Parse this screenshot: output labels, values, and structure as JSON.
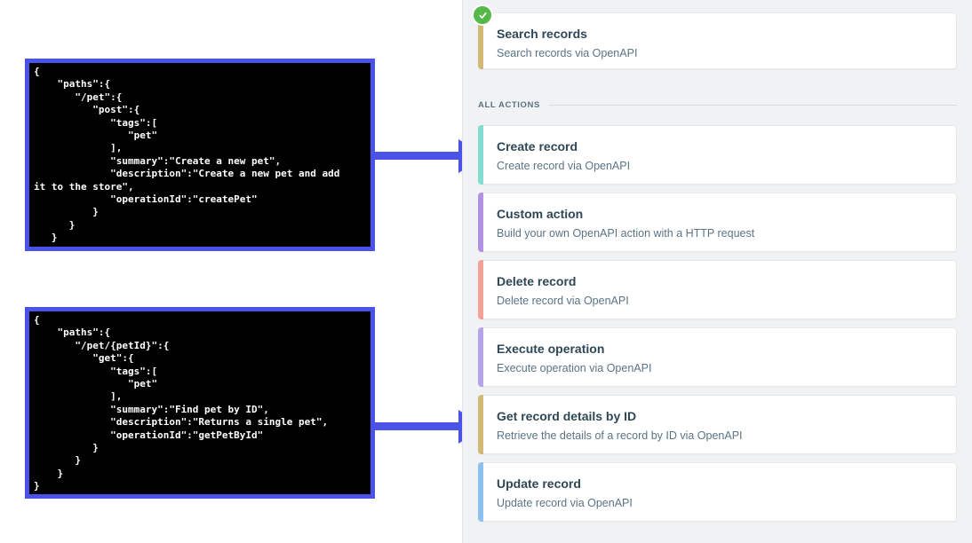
{
  "colors": {
    "arrow": "#4a52e8",
    "code_background": "#000000",
    "code_text": "#ffffff",
    "panel_background": "#f1f2f4",
    "check_green": "#54b948"
  },
  "code_blocks": [
    {
      "id": "create-pet-openapi-snippet",
      "code": "{\n    \"paths\":{\n       \"/pet\":{\n          \"post\":{\n             \"tags\":[\n                \"pet\"\n             ],\n             \"summary\":\"Create a new pet\",\n             \"description\":\"Create a new pet and add\nit to the store\",\n             \"operationId\":\"createPet\"\n          }\n      }\n   }"
    },
    {
      "id": "get-pet-by-id-openapi-snippet",
      "code": "{\n    \"paths\":{\n       \"/pet/{petId}\":{\n          \"get\":{\n             \"tags\":[\n                \"pet\"\n             ],\n             \"summary\":\"Find pet by ID\",\n             \"description\":\"Returns a single pet\",\n             \"operationId\":\"getPetById\"\n          }\n       }\n    }\n}"
    }
  ],
  "panel": {
    "completed_action": {
      "title": "Search records",
      "description": "Search records via OpenAPI",
      "stripe_color": "#d3b976",
      "badge_icon": "check-circle"
    },
    "section_label": "ALL ACTIONS",
    "actions": [
      {
        "title": "Create record",
        "description": "Create record via OpenAPI",
        "stripe_color": "#82dcd0",
        "arrow_target": true
      },
      {
        "title": "Custom action",
        "description": "Build your own OpenAPI action with a HTTP request",
        "stripe_color": "#b191e2",
        "arrow_target": false
      },
      {
        "title": "Delete record",
        "description": "Delete record via OpenAPI",
        "stripe_color": "#f2a296",
        "arrow_target": false
      },
      {
        "title": "Execute operation",
        "description": "Execute operation via OpenAPI",
        "stripe_color": "#b5a4e9",
        "arrow_target": false
      },
      {
        "title": "Get record details by ID",
        "description": "Retrieve the details of a record by ID via OpenAPI",
        "stripe_color": "#d3b976",
        "arrow_target": true
      },
      {
        "title": "Update record",
        "description": "Update record via OpenAPI",
        "stripe_color": "#8fc1ee",
        "arrow_target": false
      }
    ]
  }
}
